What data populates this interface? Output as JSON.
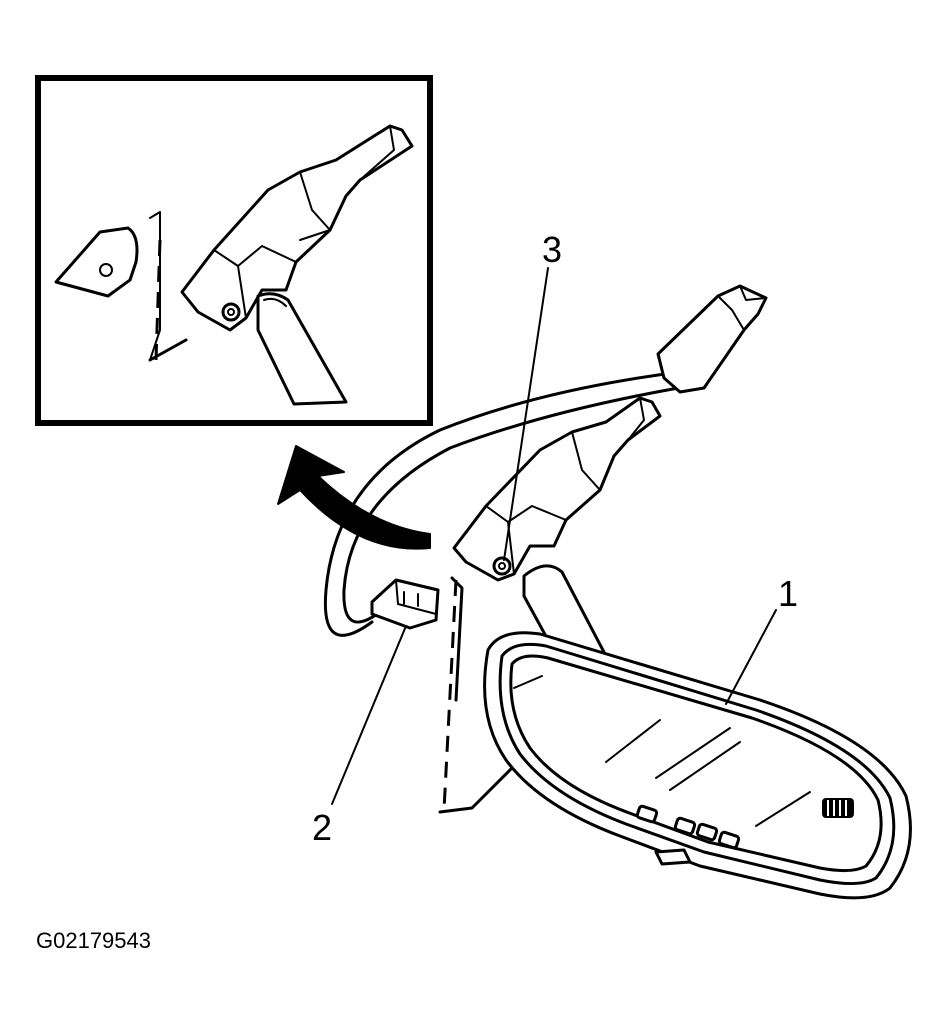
{
  "callouts": {
    "one": "1",
    "two": "2",
    "three": "3"
  },
  "figure_id": "G02179543",
  "colors": {
    "line": "#000000",
    "background": "#ffffff"
  }
}
